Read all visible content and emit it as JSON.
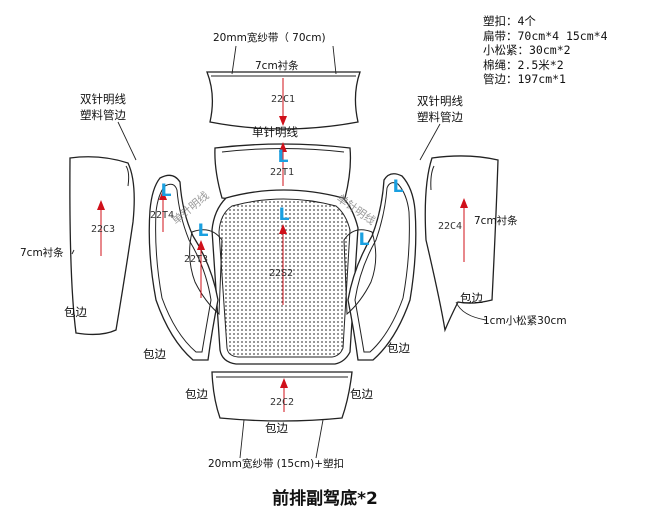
{
  "title": "前排副驾底*2",
  "legend": [
    "塑扣：4个",
    "扁带：70cm*4  15cm*4",
    "小松紧：30cm*2",
    "棉绳：2.5米*2",
    "管边：197cm*1"
  ],
  "annotations": {
    "top_band": "20mm宽纱带（ 70cm)",
    "liner_top": "7cm衬条",
    "single_stitch": "单针明线",
    "double_stitch_left_1": "双针明线",
    "double_stitch_left_2": "塑料管边",
    "double_stitch_right_1": "双针明线",
    "double_stitch_right_2": "塑料管边",
    "liner_left": "7cm衬条",
    "liner_right": "7cm衬条",
    "piping_left_1": "包边",
    "piping_left_2": "包边",
    "piping_left_3": "包边",
    "piping_right_1": "包边",
    "piping_right_2": "包边",
    "piping_bottom": "包边",
    "elastic_right": "1cm小松紧30cm",
    "bottom_band": "20mm宽纱带 (15cm)+塑扣",
    "watermark_left": "单针明线",
    "watermark_right": "单针明线"
  },
  "pieces": {
    "c1": "22C1",
    "t1": "22T1",
    "s2": "22S2",
    "c2": "22C2",
    "c3": "22C3",
    "c4": "22C4",
    "t4": "22T4",
    "t3": "22T3"
  },
  "direction_marks": {
    "mark_t1": "L",
    "mark_s2": "L",
    "mark_t4_left": "L",
    "mark_t3_left": "L",
    "mark_t4_right": "L",
    "mark_t3_right": "L"
  },
  "colors": {
    "grain_arrow": "#d0101a",
    "direction_mark": "#1aa0e0",
    "outline": "#222222"
  }
}
